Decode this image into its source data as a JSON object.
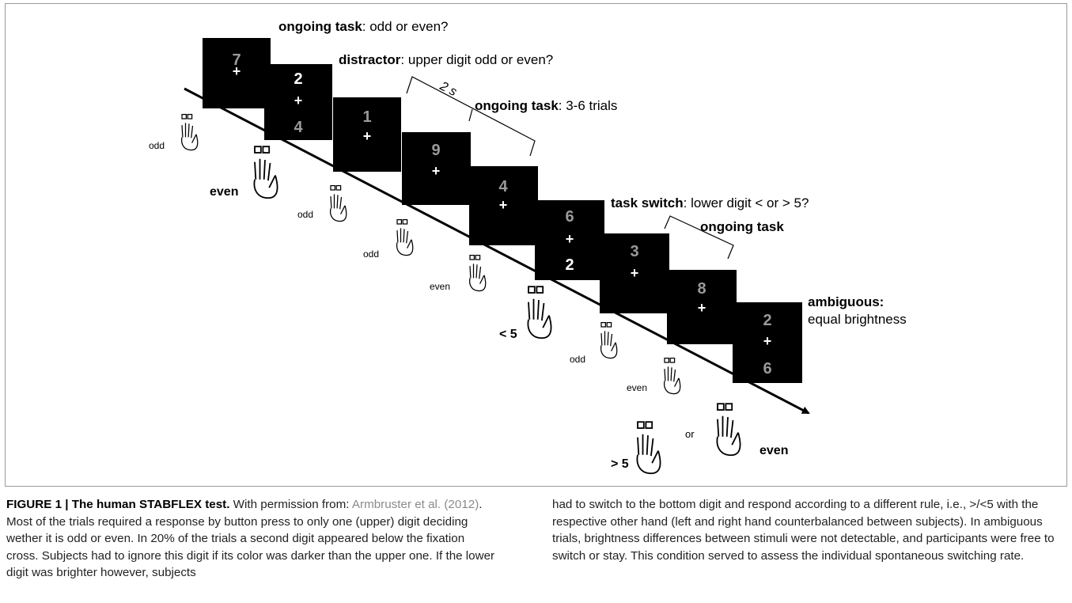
{
  "stimuli": [
    {
      "upper": "7",
      "upper_color": "#9a9a9a",
      "cross": "+",
      "lower": ""
    },
    {
      "upper": "2",
      "upper_color": "#ffffff",
      "cross": "+",
      "lower": "4",
      "lower_color": "#9a9a9a"
    },
    {
      "upper": "1",
      "upper_color": "#9a9a9a",
      "cross": "+",
      "lower": ""
    },
    {
      "upper": "9",
      "upper_color": "#9a9a9a",
      "cross": "+",
      "lower": ""
    },
    {
      "upper": "4",
      "upper_color": "#9a9a9a",
      "cross": "+",
      "lower": ""
    },
    {
      "upper": "6",
      "upper_color": "#9a9a9a",
      "cross": "+",
      "lower": "2",
      "lower_color": "#ffffff"
    },
    {
      "upper": "3",
      "upper_color": "#9a9a9a",
      "cross": "+",
      "lower": ""
    },
    {
      "upper": "8",
      "upper_color": "#9a9a9a",
      "cross": "+",
      "lower": ""
    },
    {
      "upper": "2",
      "upper_color": "#9a9a9a",
      "cross": "+",
      "lower": "6",
      "lower_color": "#9a9a9a"
    }
  ],
  "annotations": {
    "ongoing1_bold": "ongoing task",
    "ongoing1_rest": ": odd or even?",
    "distractor_bold": "distractor",
    "distractor_rest": ": upper digit odd or even?",
    "interval": "2 s",
    "ongoing2_bold": "ongoing task",
    "ongoing2_rest": ": 3-6 trials",
    "switch_bold": "task switch",
    "switch_rest": ": lower digit < or > 5?",
    "ongoing3_bold": "ongoing task",
    "ambiguous_bold": "ambiguous:",
    "ambiguous_rest": "equal brightness"
  },
  "responses": {
    "r1": "odd",
    "r2": "even",
    "r3": "odd",
    "r4": "odd",
    "r5": "even",
    "r6": "< 5",
    "r7": "odd",
    "r8": "even",
    "r9": "> 5",
    "or": "or",
    "r10": "even"
  },
  "caption": {
    "label": "FIGURE 1 | The human STABFLEX test.",
    "part1": " With permission from: ",
    "ref": "Armbruster et al. (2012)",
    "part2": ". Most of the trials required a response by button press to only one (upper) digit deciding wether it is odd or even. In 20% of the trials a second digit appeared below the fixation cross. Subjects had to ignore this digit if its color was darker than the upper one. If the lower digit was brighter however, subjects",
    "right": "had to switch to the bottom digit and respond according to a different rule, i.e., >/<5 with the respective other hand (left and right hand counterbalanced between subjects). In ambiguous trials, brightness differences between stimuli were not detectable, and participants were free to switch or stay. This condition served to assess the individual spontaneous switching rate."
  },
  "colors": {
    "screen": "#000000",
    "bright_digit": "#ffffff",
    "dim_digit": "#9a9a9a"
  }
}
